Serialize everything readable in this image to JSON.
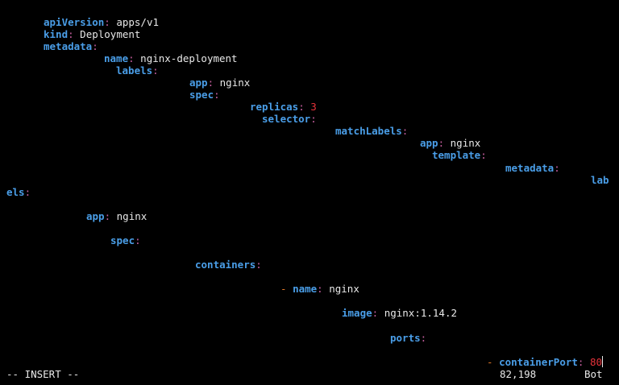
{
  "editor": {
    "lines": {
      "l1": {
        "key": "apiVersion",
        "value": "apps/v1"
      },
      "l2": {
        "key": "kind",
        "value": "Deployment"
      },
      "l3": {
        "key": "metadata"
      },
      "l4": {
        "key": "name",
        "value": "nginx-deployment"
      },
      "l5": {
        "key": "labels"
      },
      "l6": {
        "key": "app",
        "value": "nginx"
      },
      "l7": {
        "key": "spec"
      },
      "l8": {
        "key": "replicas",
        "value": "3"
      },
      "l9": {
        "key": "selector"
      },
      "l10": {
        "key": "matchLabels"
      },
      "l11": {
        "key": "app",
        "value": "nginx"
      },
      "l12": {
        "key": "template"
      },
      "l13": {
        "key": "metadata"
      },
      "l14": {
        "key_start": "lab"
      },
      "l15": {
        "key_end": "els"
      },
      "l16": {
        "key": "app",
        "value": "nginx"
      },
      "l17": {
        "key": "spec"
      },
      "l18": {
        "key": "containers"
      },
      "l19": {
        "dash": "-",
        "key": "name",
        "value": "nginx"
      },
      "l20": {
        "key": "image",
        "value": "nginx:1.14.2"
      },
      "l21": {
        "key": "ports"
      },
      "l22": {
        "dash": "-",
        "key": "containerPort",
        "value_a": "8",
        "value_b": "0"
      }
    },
    "colon": ":"
  },
  "status_bar": {
    "mode": "-- INSERT --",
    "position": "82,198",
    "scroll": "Bot"
  },
  "colors": {
    "background": "#000000",
    "key": "#4a9ee8",
    "colon": "#c85fa0",
    "value": "#e8e8e8",
    "number": "#e8323a",
    "dash": "#e07828"
  }
}
